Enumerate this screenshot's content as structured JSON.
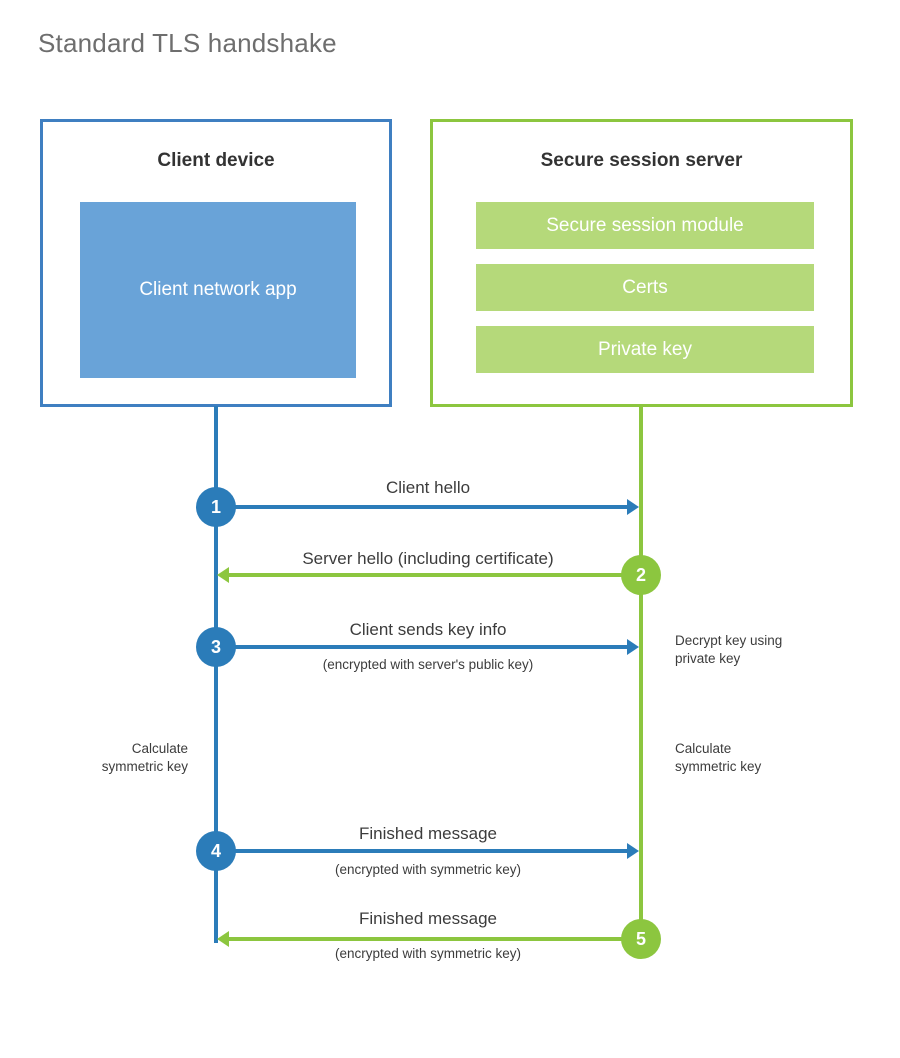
{
  "title": "Standard TLS handshake",
  "colors": {
    "client_accent": "#2b7cb9",
    "client_border": "#3f7fc1",
    "client_block": "#69a3d8",
    "server_accent": "#8cc63f",
    "server_block": "#b5d97a",
    "title_text": "#6e6e6e",
    "body_text": "#3c3c3c",
    "heading_text": "#333333",
    "background": "#ffffff"
  },
  "parties": {
    "client": {
      "title": "Client device",
      "blocks": [
        {
          "label": "Client network app"
        }
      ]
    },
    "server": {
      "title": "Secure session server",
      "blocks": [
        {
          "label": "Secure session module"
        },
        {
          "label": "Certs"
        },
        {
          "label": "Private key"
        }
      ]
    }
  },
  "steps": [
    {
      "number": "1",
      "origin": "client",
      "direction": "client-to-server",
      "label": "Client hello",
      "sublabel": ""
    },
    {
      "number": "2",
      "origin": "server",
      "direction": "server-to-client",
      "label": "Server hello (including certificate)",
      "sublabel": ""
    },
    {
      "number": "3",
      "origin": "client",
      "direction": "client-to-server",
      "label": "Client sends key info",
      "sublabel": "(encrypted with server's public key)"
    },
    {
      "number": "4",
      "origin": "client",
      "direction": "client-to-server",
      "label": "Finished message",
      "sublabel": "(encrypted with symmetric key)"
    },
    {
      "number": "5",
      "origin": "server",
      "direction": "server-to-client",
      "label": "Finished message",
      "sublabel": "(encrypted with symmetric key)"
    }
  ],
  "notes": {
    "decrypt": {
      "line1": "Decrypt key using",
      "line2": "private key"
    },
    "client_calculate": {
      "line1": "Calculate",
      "line2": "symmetric key"
    },
    "server_calculate": {
      "line1": "Calculate",
      "line2": "symmetric key"
    }
  }
}
